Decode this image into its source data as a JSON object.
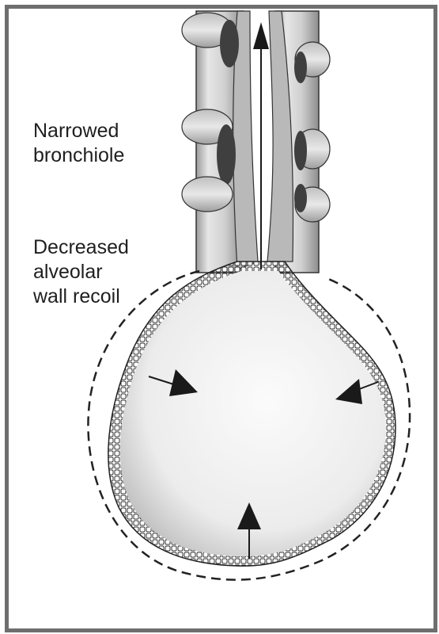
{
  "labels": {
    "narrowed_bronchiole": [
      "Narrowed",
      "bronchiole"
    ],
    "decreased_recoil": [
      "Decreased",
      "alveolar",
      "wall recoil"
    ]
  },
  "colors": {
    "frame": "#6e6e6e",
    "ink": "#1f1f1f",
    "tissue_shade": "#c9c9c9",
    "alveolus_fill": "#ececec",
    "muscle": "#8a8a8a"
  },
  "icons": {
    "airflow": "arrow-up-icon",
    "recoil": "triangle-arrow-icon"
  }
}
